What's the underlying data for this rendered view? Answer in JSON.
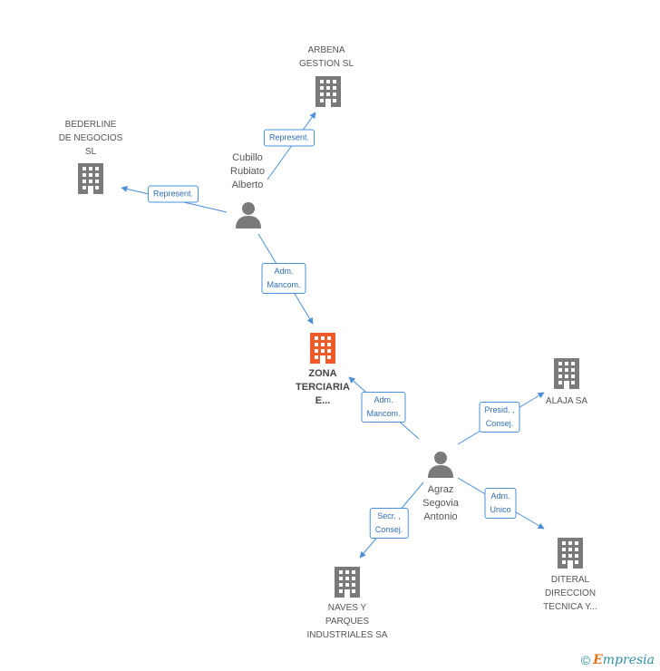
{
  "colors": {
    "edge": "#4a90d9",
    "building": "#7a7a7a",
    "focus_building": "#f05a28",
    "person": "#7a7a7a"
  },
  "nodes": {
    "arbena": {
      "label": "ARBENA\nGESTION SL",
      "icon": "building-icon"
    },
    "bederline": {
      "label": "BEDERLINE\nDE NEGOCIOS\nSL",
      "icon": "building-icon"
    },
    "cubillo": {
      "label": "Cubillo\nRubiato\nAlberto",
      "icon": "person-icon"
    },
    "zona": {
      "label": "ZONA\nTERCIARIA\nE...",
      "icon": "building-icon"
    },
    "alaja": {
      "label": "ALAJA SA",
      "icon": "building-icon"
    },
    "agraz": {
      "label": "Agraz\nSegovia\nAntonio",
      "icon": "person-icon"
    },
    "diteral": {
      "label": "DITERAL\nDIRECCION\nTECNICA Y...",
      "icon": "building-icon"
    },
    "naves": {
      "label": "NAVES Y\nPARQUES\nINDUSTRIALES SA",
      "icon": "building-icon"
    }
  },
  "edges": {
    "cubillo_arbena": "Represent.",
    "cubillo_bederline": "Represent.",
    "cubillo_zona": "Adm.\nMancom.",
    "agraz_zona": "Adm.\nMancom.",
    "agraz_alaja": "Presid. ,\nConsej.",
    "agraz_diteral": "Adm.\nUnico",
    "agraz_naves": "Secr. ,\nConsej."
  },
  "footer": {
    "copyright": "©",
    "brand_initial": "E",
    "brand_rest": "mpresia"
  }
}
